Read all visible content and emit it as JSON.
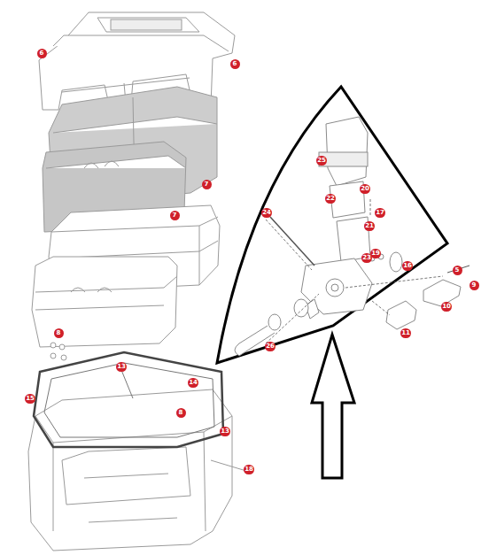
{
  "diagram": {
    "labels": [
      "6",
      "6",
      "7",
      "7",
      "8",
      "13",
      "14",
      "15",
      "8",
      "13",
      "18",
      "25",
      "20",
      "22",
      "17",
      "24",
      "21",
      "19",
      "23",
      "16",
      "5",
      "9",
      "10",
      "11",
      "26"
    ]
  }
}
